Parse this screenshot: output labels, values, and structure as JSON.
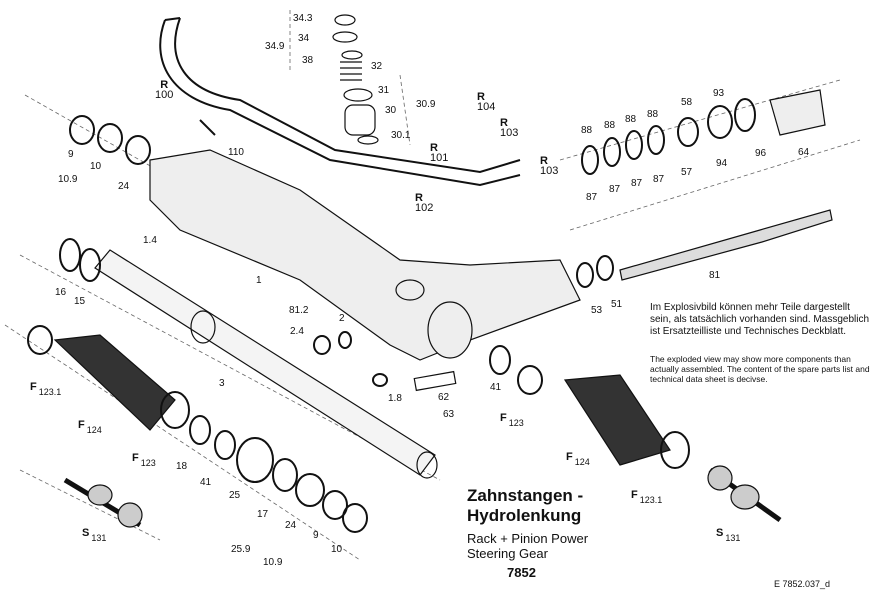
{
  "title": {
    "line1": "Zahnstangen -",
    "line2": "Hydrolenkung"
  },
  "subtitle": {
    "line1": "Rack + Pinion Power",
    "line2": "Steering Gear"
  },
  "model": "7852",
  "reference": "E 7852.037_d",
  "note_de": "Im Explosivbild können mehr Teile dargestellt sein, als tatsächlich vorhanden sind. Massgeblich ist Ersatzteilliste und Technisches Deckblatt.",
  "note_en": "The exploded view may show more components than actually assembled. The content of the spare parts list and technical data sheet is decivse.",
  "labels": [
    "34.3",
    "34",
    "34.9",
    "38",
    "32",
    "31",
    "30",
    "30.9",
    "30.1",
    "110",
    "88",
    "88",
    "88",
    "88",
    "58",
    "93",
    "96",
    "64",
    "87",
    "87",
    "87",
    "87",
    "57",
    "94",
    "9",
    "10",
    "10.9",
    "24",
    "1.4",
    "1",
    "81",
    "53",
    "51",
    "16",
    "15",
    "81.2",
    "2",
    "2.4",
    "3",
    "1.8",
    "62",
    "63",
    "41",
    "18",
    "41",
    "25",
    "17",
    "24",
    "9",
    "10",
    "25.9",
    "10.9"
  ],
  "letter_labels": [
    {
      "letter": "R",
      "num": "100"
    },
    {
      "letter": "R",
      "num": "104"
    },
    {
      "letter": "R",
      "num": "103"
    },
    {
      "letter": "R",
      "num": "101"
    },
    {
      "letter": "R",
      "num": "102"
    },
    {
      "letter": "R",
      "num": "103"
    },
    {
      "letter": "F",
      "num": "123.1"
    },
    {
      "letter": "F",
      "num": "124"
    },
    {
      "letter": "F",
      "num": "123"
    },
    {
      "letter": "S",
      "num": "131"
    },
    {
      "letter": "F",
      "num": "123"
    },
    {
      "letter": "F",
      "num": "124"
    },
    {
      "letter": "F",
      "num": "123.1"
    },
    {
      "letter": "S",
      "num": "131"
    }
  ]
}
